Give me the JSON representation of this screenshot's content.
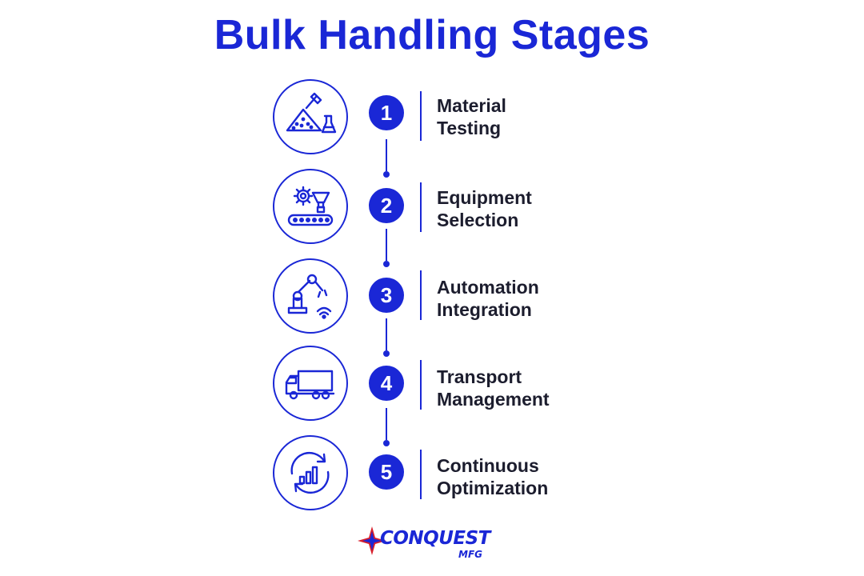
{
  "title": "Bulk Handling Stages",
  "accent_color": "#1a27d6",
  "logo_color": "#d81e2a",
  "stages": [
    {
      "number": "1",
      "line1": "Material",
      "line2": "Testing",
      "icon": "material-testing-icon"
    },
    {
      "number": "2",
      "line1": "Equipment",
      "line2": "Selection",
      "icon": "equipment-selection-icon"
    },
    {
      "number": "3",
      "line1": "Automation",
      "line2": "Integration",
      "icon": "robot-arm-icon"
    },
    {
      "number": "4",
      "line1": "Transport",
      "line2": "Management",
      "icon": "truck-icon"
    },
    {
      "number": "5",
      "line1": "Continuous",
      "line2": "Optimization",
      "icon": "optimization-chart-icon"
    }
  ],
  "logo": {
    "word": "CONQUEST",
    "sub": "MFG"
  }
}
